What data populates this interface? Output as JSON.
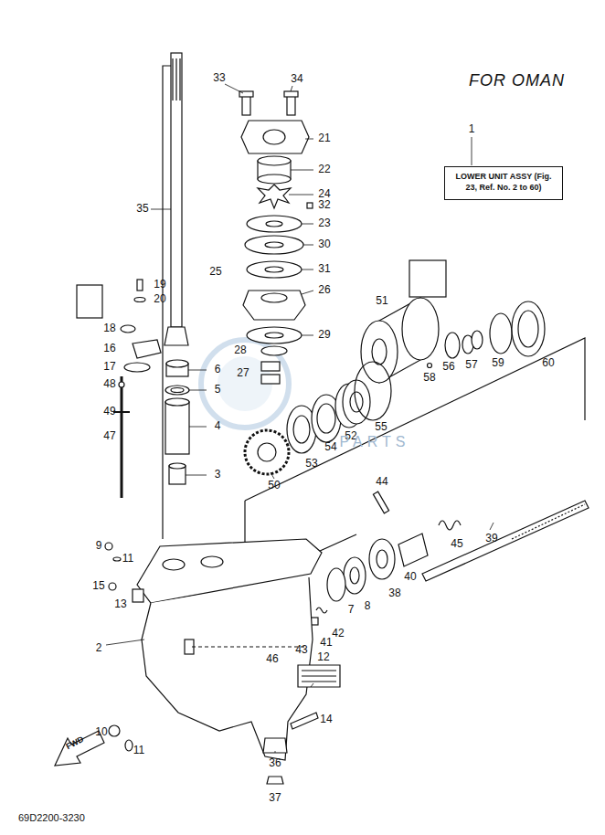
{
  "diagram": {
    "title": "FOR OMAN",
    "nodes": [
      {
        "text": [
          "LOWER UNIT ASSY (Fig. 23, Ref. No. 2 to 60)"
        ]
      }
    ],
    "labels": [
      "1",
      "33",
      "34",
      "21",
      "22",
      "24",
      "32",
      "23",
      "30",
      "31",
      "26",
      "29",
      "35",
      "25",
      "19",
      "20",
      "18",
      "16",
      "17",
      "48",
      "49",
      "47",
      "6",
      "5",
      "4",
      "3",
      "28",
      "27",
      "51",
      "56",
      "57",
      "59",
      "60",
      "58",
      "55",
      "54",
      "52",
      "53",
      "50",
      "44",
      "39",
      "40",
      "45",
      "38",
      "8",
      "7",
      "42",
      "41",
      "43",
      "46",
      "9",
      "11",
      "15",
      "13",
      "2",
      "12",
      "14",
      "10",
      "11",
      "36",
      "37",
      "FWD",
      "69D2200-3230",
      "PARTS"
    ]
  }
}
